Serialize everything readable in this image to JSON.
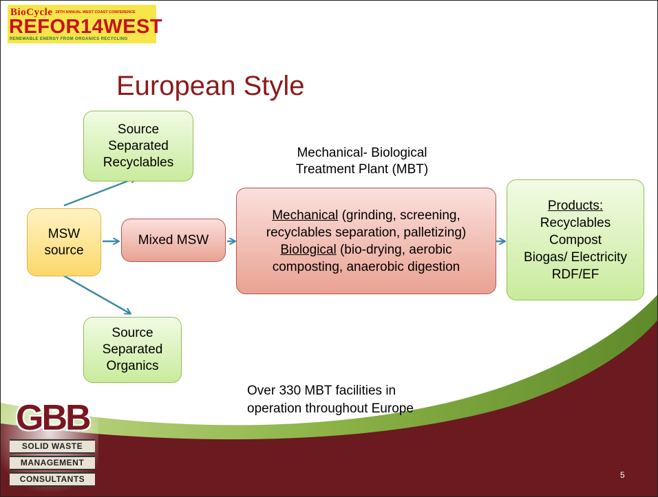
{
  "header": {
    "conf_brand": "BioCycle",
    "conf_sub": "28TH ANNUAL WEST COAST CONFERENCE",
    "conf_name": "REFOR14WEST",
    "conf_tagline": "RENEWABLE ENERGY FROM ORGANICS RECYCLING"
  },
  "title": "European Style",
  "diagram": {
    "msw_source": [
      "MSW",
      "source"
    ],
    "source_recyclables": [
      "Source",
      "Separated",
      "Recyclables"
    ],
    "source_organics": [
      "Source",
      "Separated",
      "Organics"
    ],
    "mixed_msw": "Mixed MSW",
    "mbt_label": [
      "Mechanical- Biological",
      "Treatment Plant (MBT)"
    ],
    "mbt": {
      "mech_title": "Mechanical",
      "mech_text_1": " (grinding, screening,",
      "mech_text_2": "recyclables separation, palletizing)",
      "bio_title": "Biological",
      "bio_text_1": " (bio-drying, aerobic",
      "bio_text_2": "composting, anaerobic digestion"
    },
    "products": {
      "title": "Products:",
      "items": [
        "Recyclables",
        "Compost",
        "Biogas/ Electricity",
        "RDF/EF"
      ]
    }
  },
  "note": [
    "Over 330 MBT facilities in",
    "operation throughout Europe"
  ],
  "footer_logo": {
    "mark": "GBB",
    "lines": [
      "SOLID WASTE",
      "MANAGEMENT",
      "CONSULTANTS"
    ]
  },
  "page_number": "5",
  "colors": {
    "title": "#8b1a1a",
    "maroon_band": "#6b1a1f",
    "green_band": "#7ea63a",
    "arrow": "#3a8aa6"
  }
}
